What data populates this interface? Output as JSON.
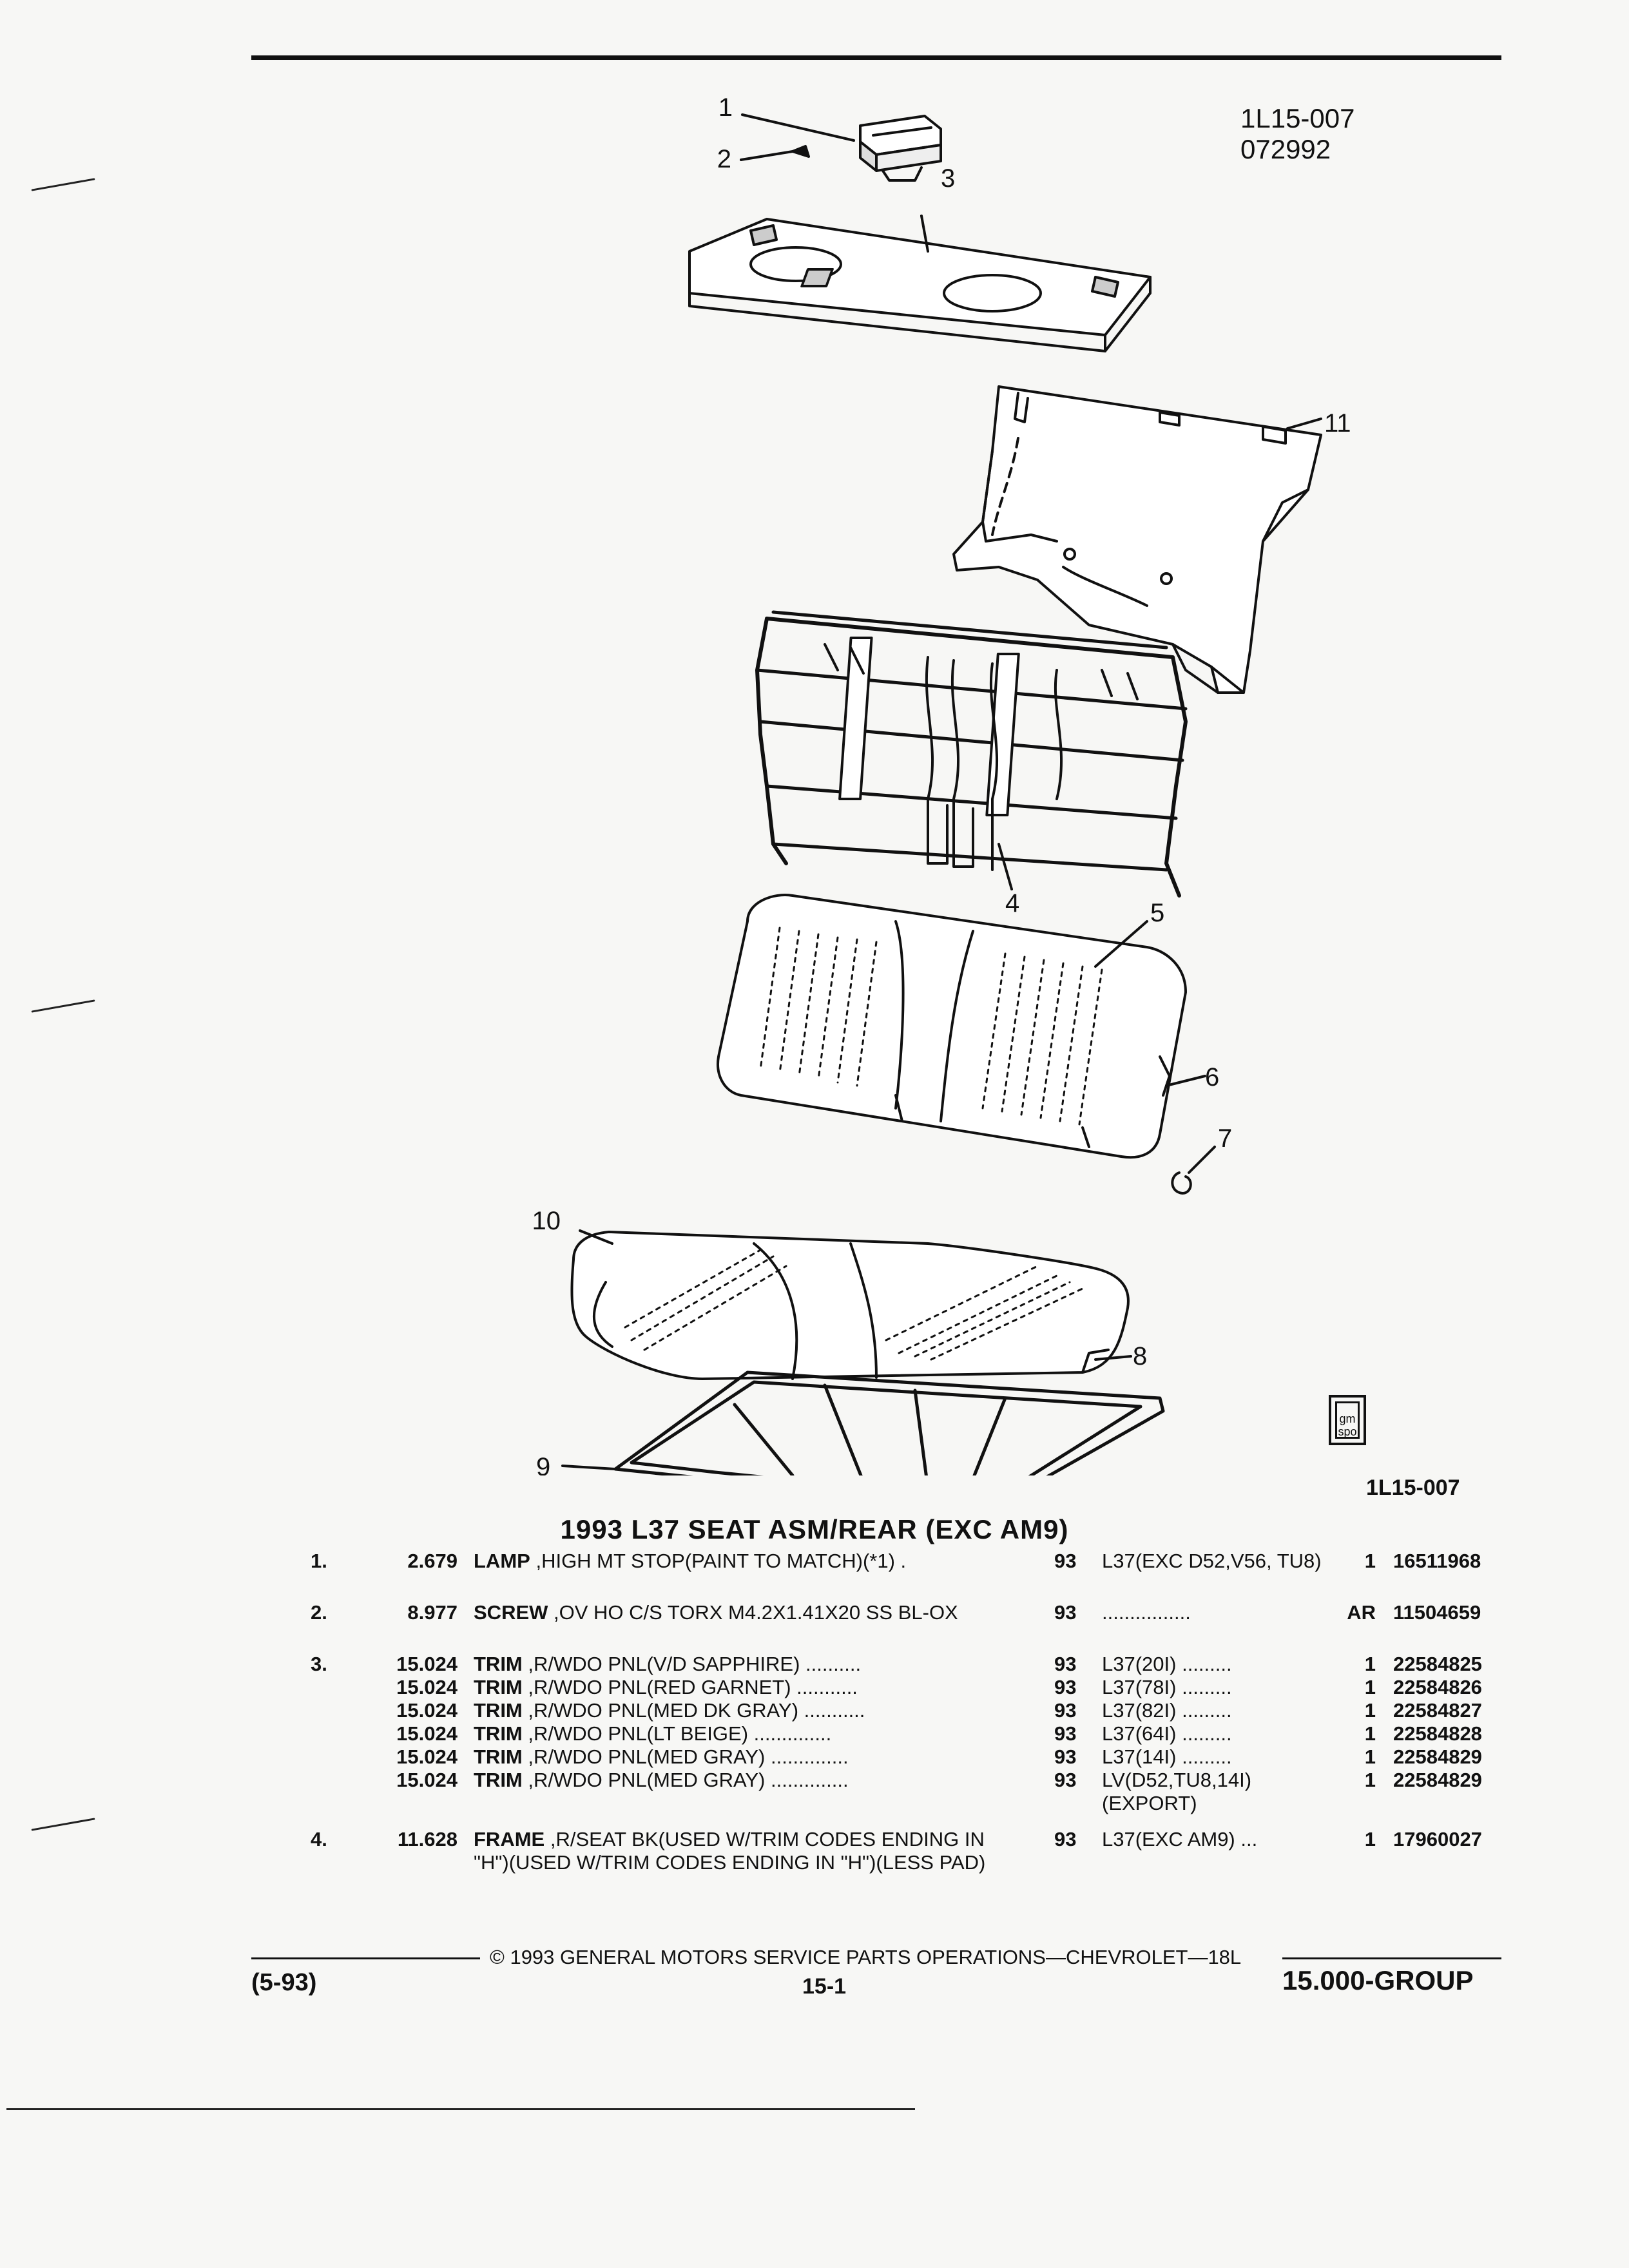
{
  "header": {
    "figure_code": "1L15-007",
    "figure_date": "072992"
  },
  "diagram": {
    "callouts": [
      "1",
      "2",
      "3",
      "4",
      "5",
      "6",
      "7",
      "8",
      "9",
      "10",
      "11"
    ],
    "logo_text": "gm spo",
    "figure_code_bottom": "1L15-007"
  },
  "section_title": "1993 L37 SEAT ASM/REAR (EXC AM9)",
  "parts": [
    {
      "no": "1.",
      "ill": "2.679",
      "name": "LAMP",
      "desc": ",HIGH MT STOP(PAINT TO MATCH)(*1)  .",
      "yr": "93",
      "use": "L37(EXC D52,V56, TU8)",
      "qty": "1",
      "pn": "16511968"
    },
    {
      "no": "2.",
      "ill": "8.977",
      "name": "SCREW",
      "desc": ",OV HO C/S TORX M4.2X1.41X20 SS BL-OX",
      "yr": "93",
      "use": "................",
      "qty": "AR",
      "pn": "11504659"
    },
    {
      "no": "3.",
      "ill": "15.024",
      "name": "TRIM",
      "desc": ",R/WDO PNL(V/D SAPPHIRE) ..........",
      "yr": "93",
      "use": "L37(20I) .........",
      "qty": "1",
      "pn": "22584825"
    },
    {
      "no": "",
      "ill": "15.024",
      "name": "TRIM",
      "desc": ",R/WDO PNL(RED GARNET) ...........",
      "yr": "93",
      "use": "L37(78I) .........",
      "qty": "1",
      "pn": "22584826"
    },
    {
      "no": "",
      "ill": "15.024",
      "name": "TRIM",
      "desc": ",R/WDO PNL(MED DK GRAY) ...........",
      "yr": "93",
      "use": "L37(82I) .........",
      "qty": "1",
      "pn": "22584827"
    },
    {
      "no": "",
      "ill": "15.024",
      "name": "TRIM",
      "desc": ",R/WDO PNL(LT BEIGE) ..............",
      "yr": "93",
      "use": "L37(64I) .........",
      "qty": "1",
      "pn": "22584828"
    },
    {
      "no": "",
      "ill": "15.024",
      "name": "TRIM",
      "desc": ",R/WDO PNL(MED GRAY) ..............",
      "yr": "93",
      "use": "L37(14I) .........",
      "qty": "1",
      "pn": "22584829"
    },
    {
      "no": "",
      "ill": "15.024",
      "name": "TRIM",
      "desc": ",R/WDO PNL(MED GRAY) ..............",
      "yr": "93",
      "use": "LV(D52,TU8,14I) (EXPORT)",
      "qty": "1",
      "pn": "22584829"
    },
    {
      "no": "4.",
      "ill": "11.628",
      "name": "FRAME",
      "desc": ",R/SEAT BK(USED W/TRIM CODES ENDING IN \"H\")(USED W/TRIM CODES ENDING IN \"H\")(LESS PAD)",
      "yr": "93",
      "use": "L37(EXC AM9)  ...",
      "qty": "1",
      "pn": "17960027"
    }
  ],
  "footer": {
    "copyright": "© 1993 GENERAL MOTORS SERVICE PARTS OPERATIONS—CHEVROLET—18L",
    "date": "(5-93)",
    "page": "15-1",
    "group": "15.000-GROUP"
  }
}
